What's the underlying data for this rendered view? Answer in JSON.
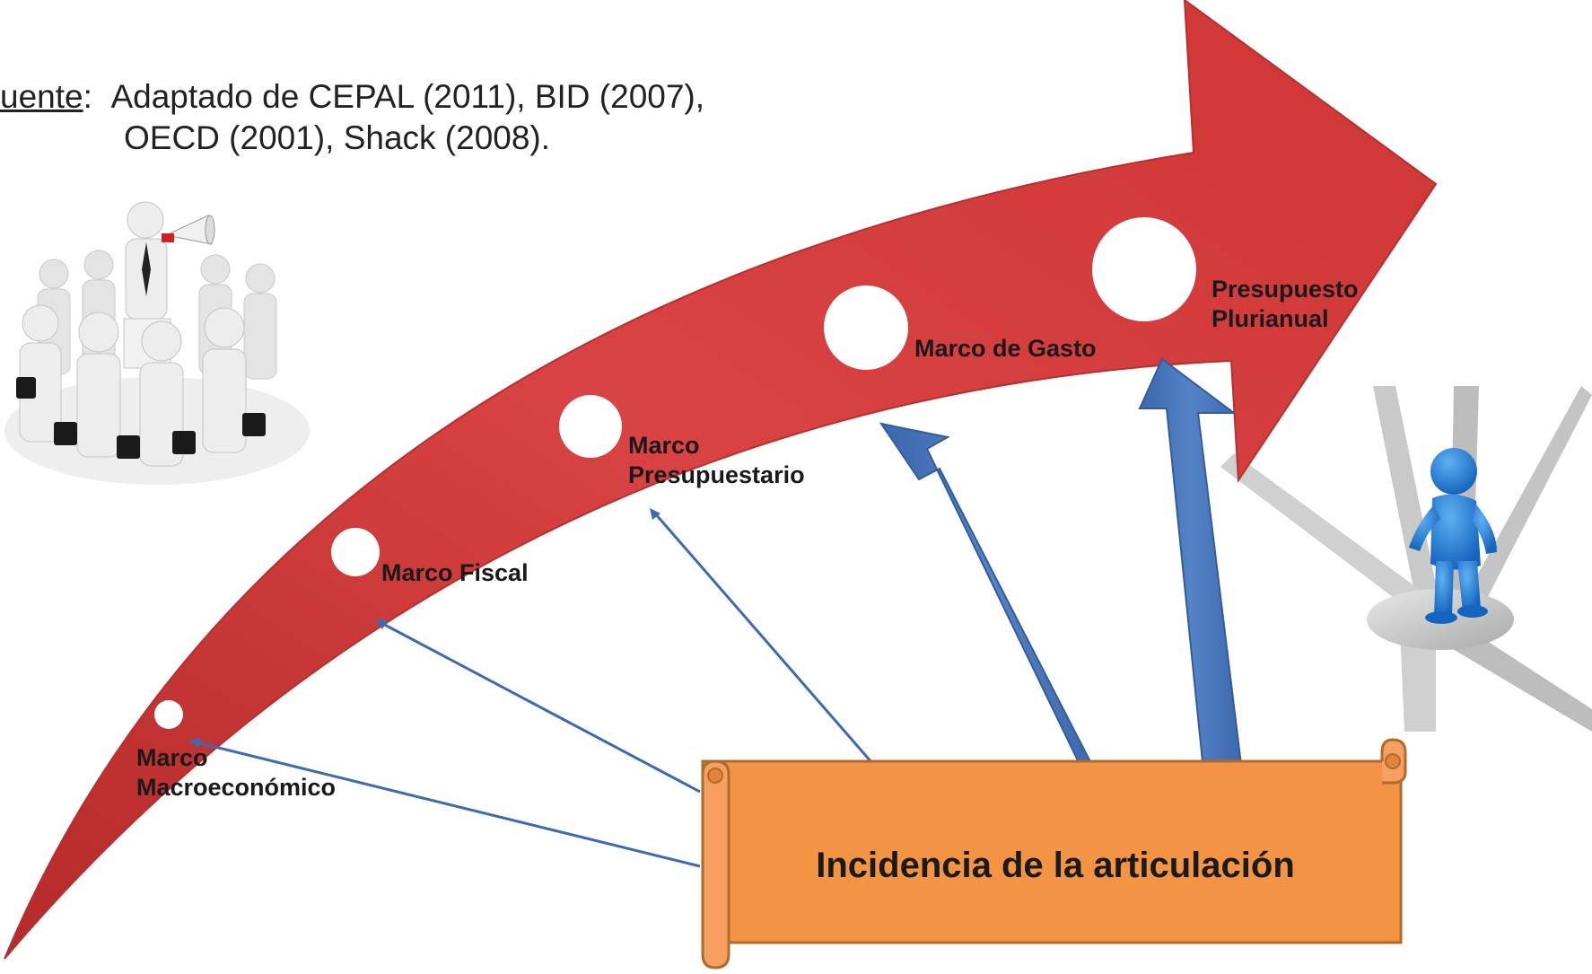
{
  "source": {
    "label": "uente",
    "colon": ":",
    "line1": "Adaptado de CEPAL (2011), BID (2007),",
    "line2": "OECD (2001), Shack (2008)."
  },
  "stages": [
    {
      "line1": "Marco",
      "line2": "Macroeconómico"
    },
    {
      "line1": "Marco Fiscal",
      "line2": ""
    },
    {
      "line1": "Marco",
      "line2": "Presupuestario"
    },
    {
      "line1": "Marco de Gasto",
      "line2": ""
    },
    {
      "line1": "Presupuesto",
      "line2": "Plurianual"
    }
  ],
  "banner": {
    "text": "Incidencia de la articulación"
  },
  "colors": {
    "arrow_red": "#d23b3b",
    "arrow_red_dark": "#a82a2a",
    "connector_blue": "#3f6aad",
    "thick_arrow_blue": "#4a78bb",
    "banner_orange": "#f39444",
    "banner_border": "#b06a2c",
    "figure_blue": "#1f78d1"
  },
  "icons": {
    "people_group": "business-people-group-icon",
    "person_crossroads": "person-at-crossroads-icon",
    "megaphone": "megaphone-icon"
  }
}
